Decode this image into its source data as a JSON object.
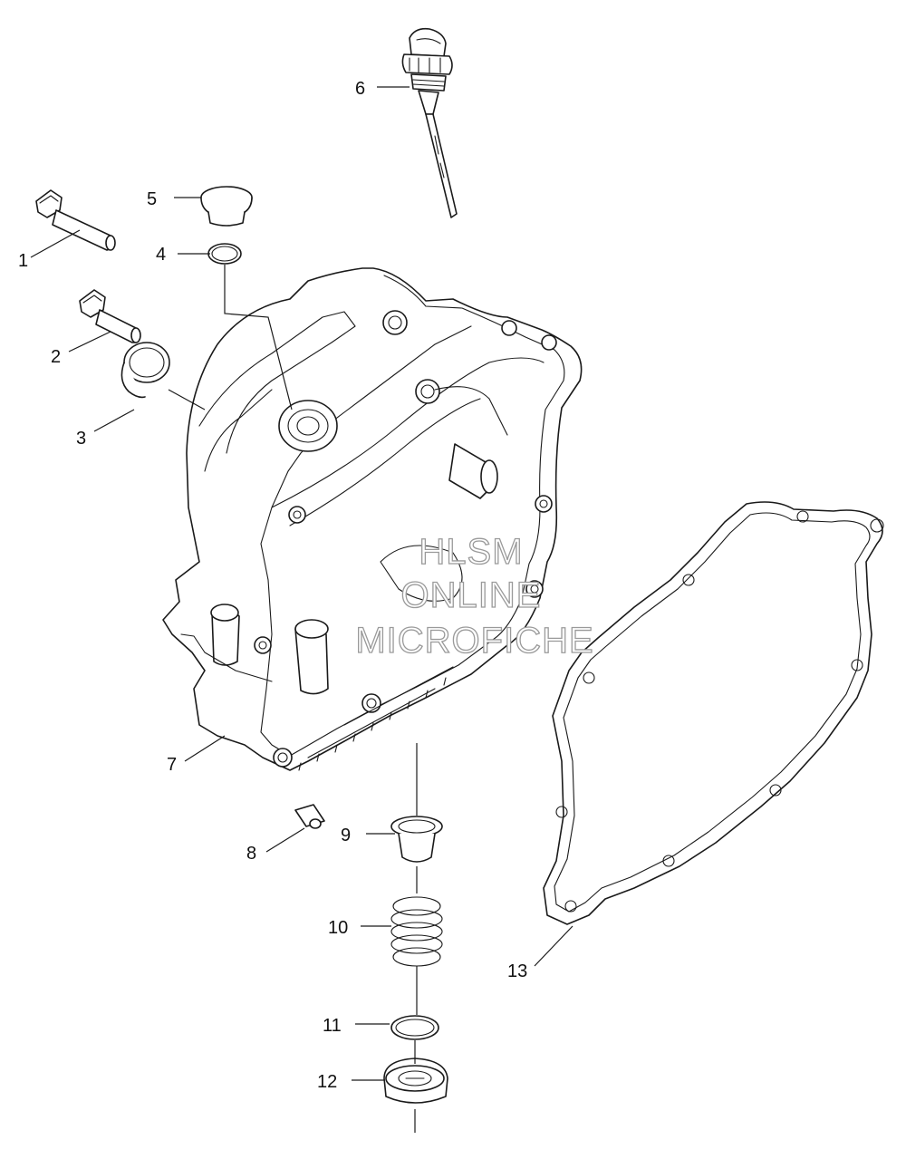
{
  "watermark": {
    "line1": "HLSM",
    "line2": "ONLINE",
    "line3": "MICROFICHE",
    "stroke_color": "#9a9a9a"
  },
  "callouts": [
    "1",
    "2",
    "3",
    "4",
    "5",
    "6",
    "7",
    "8",
    "9",
    "10",
    "11",
    "12",
    "13"
  ],
  "colors": {
    "line": "#1a1a1a",
    "background": "#ffffff"
  }
}
